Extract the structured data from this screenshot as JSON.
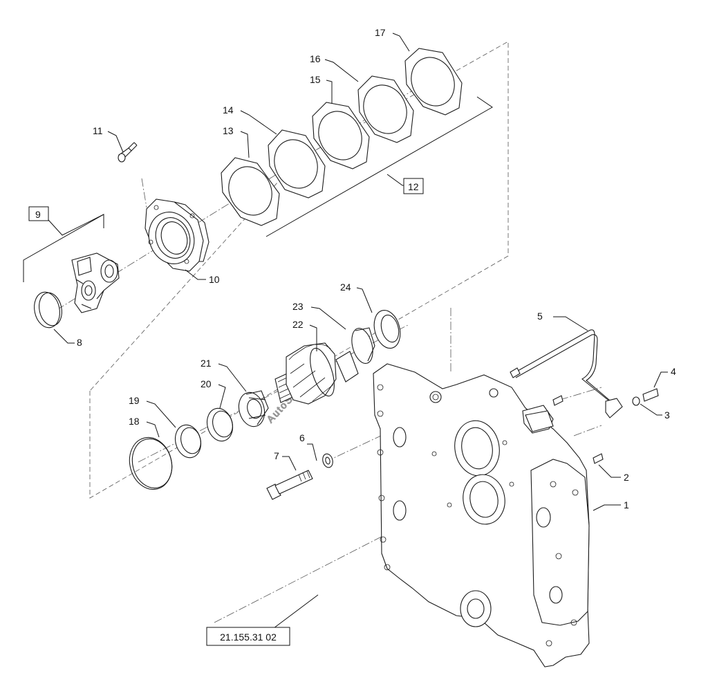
{
  "diagram": {
    "reference_code": "21.155.31 02",
    "watermark": "AutoSoft",
    "callouts": [
      {
        "id": "c1",
        "label": "1"
      },
      {
        "id": "c2",
        "label": "2"
      },
      {
        "id": "c3",
        "label": "3"
      },
      {
        "id": "c4",
        "label": "4"
      },
      {
        "id": "c5",
        "label": "5"
      },
      {
        "id": "c6",
        "label": "6"
      },
      {
        "id": "c7",
        "label": "7"
      },
      {
        "id": "c8",
        "label": "8"
      },
      {
        "id": "c9",
        "label": "9"
      },
      {
        "id": "c10",
        "label": "10"
      },
      {
        "id": "c11",
        "label": "11"
      },
      {
        "id": "c12",
        "label": "12"
      },
      {
        "id": "c13",
        "label": "13"
      },
      {
        "id": "c14",
        "label": "14"
      },
      {
        "id": "c15",
        "label": "15"
      },
      {
        "id": "c16",
        "label": "16"
      },
      {
        "id": "c17",
        "label": "17"
      },
      {
        "id": "c18",
        "label": "18"
      },
      {
        "id": "c19",
        "label": "19"
      },
      {
        "id": "c20",
        "label": "20"
      },
      {
        "id": "c21",
        "label": "21"
      },
      {
        "id": "c22",
        "label": "22"
      },
      {
        "id": "c23",
        "label": "23"
      },
      {
        "id": "c24",
        "label": "24"
      }
    ]
  }
}
